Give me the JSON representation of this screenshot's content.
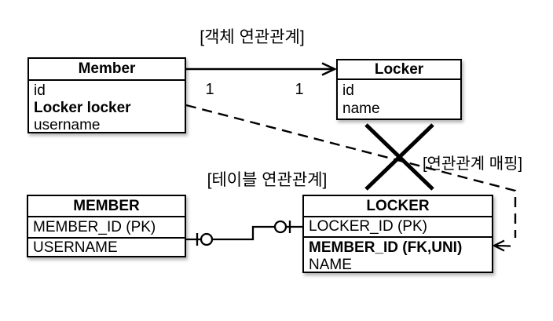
{
  "labels": {
    "object_section": "[객체 연관관계]",
    "table_section": "[테이블 연관관계]",
    "mapping": "[연관관계 매핑]"
  },
  "object_diagram": {
    "member": {
      "title": "Member",
      "fields": [
        "id",
        "Locker locker",
        "username"
      ]
    },
    "locker": {
      "title": "Locker",
      "fields": [
        "id",
        "name"
      ]
    },
    "multiplicity": {
      "source": "1",
      "target": "1"
    }
  },
  "table_diagram": {
    "member": {
      "title": "MEMBER",
      "columns": [
        "MEMBER_ID (PK)",
        "USERNAME"
      ]
    },
    "locker": {
      "title": "LOCKER",
      "columns": [
        "LOCKER_ID (PK)",
        "MEMBER_ID (FK,UNI)",
        "NAME"
      ]
    }
  },
  "colors": {
    "line": "#000000",
    "background": "#ffffff",
    "text": "#000000"
  }
}
